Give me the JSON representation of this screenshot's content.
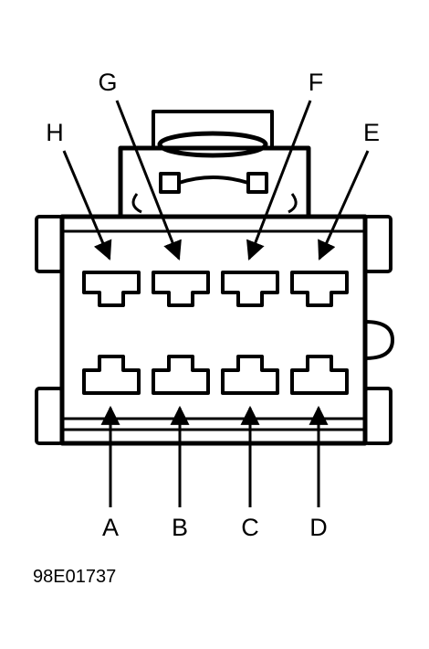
{
  "figure_id": "98E01737",
  "pin_labels": {
    "top": [
      "H",
      "G",
      "F",
      "E"
    ],
    "bottom": [
      "A",
      "B",
      "C",
      "D"
    ]
  },
  "colors": {
    "ink": "#000000",
    "paper": "#ffffff"
  }
}
